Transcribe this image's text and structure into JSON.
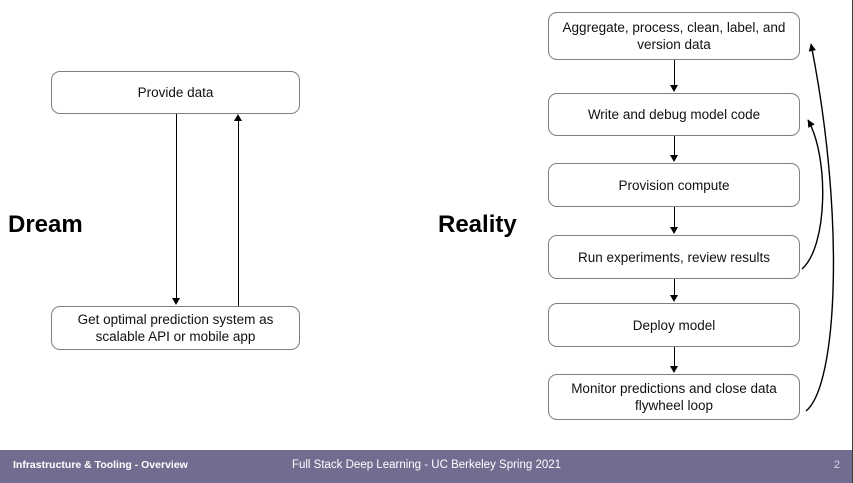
{
  "slide": {
    "page_number": "2",
    "background_color": "#ffffff",
    "box_border_color": "#7f7f7f",
    "arrow_color": "#000000",
    "footer_color": "#716d91"
  },
  "dream": {
    "heading": "Dream",
    "boxes": [
      {
        "id": "provide-data",
        "text": "Provide data"
      },
      {
        "id": "get-optimal-prediction-system",
        "text": "Get optimal prediction system as scalable API or mobile app"
      }
    ],
    "arrows": [
      {
        "id": "dream-down-arrow",
        "direction": "down",
        "from": "provide-data",
        "to": "get-optimal-prediction-system"
      },
      {
        "id": "dream-up-arrow",
        "direction": "up",
        "from": "get-optimal-prediction-system",
        "to": "provide-data"
      }
    ]
  },
  "reality": {
    "heading": "Reality",
    "boxes": [
      {
        "id": "aggregate-process-clean-label",
        "text": "Aggregate, process, clean, label, and version data"
      },
      {
        "id": "write-and-debug-model-code",
        "text": "Write and debug model code"
      },
      {
        "id": "provision-compute",
        "text": "Provision compute"
      },
      {
        "id": "run-experiments-review-results",
        "text": "Run experiments, review results"
      },
      {
        "id": "deploy-model",
        "text": "Deploy model"
      },
      {
        "id": "monitor-predictions-flywheel",
        "text": "Monitor predictions and close data flywheel loop"
      }
    ],
    "feedback_arrows": [
      {
        "id": "feedback-long-arc",
        "from": "monitor-predictions-flywheel",
        "to": "aggregate-process-clean-label"
      },
      {
        "id": "feedback-short-arc",
        "from": "run-experiments-review-results",
        "to": "write-and-debug-model-code"
      }
    ]
  },
  "footer": {
    "left": "Infrastructure & Tooling - Overview",
    "center": "Full Stack Deep Learning - UC Berkeley Spring 2021",
    "page": "2"
  }
}
